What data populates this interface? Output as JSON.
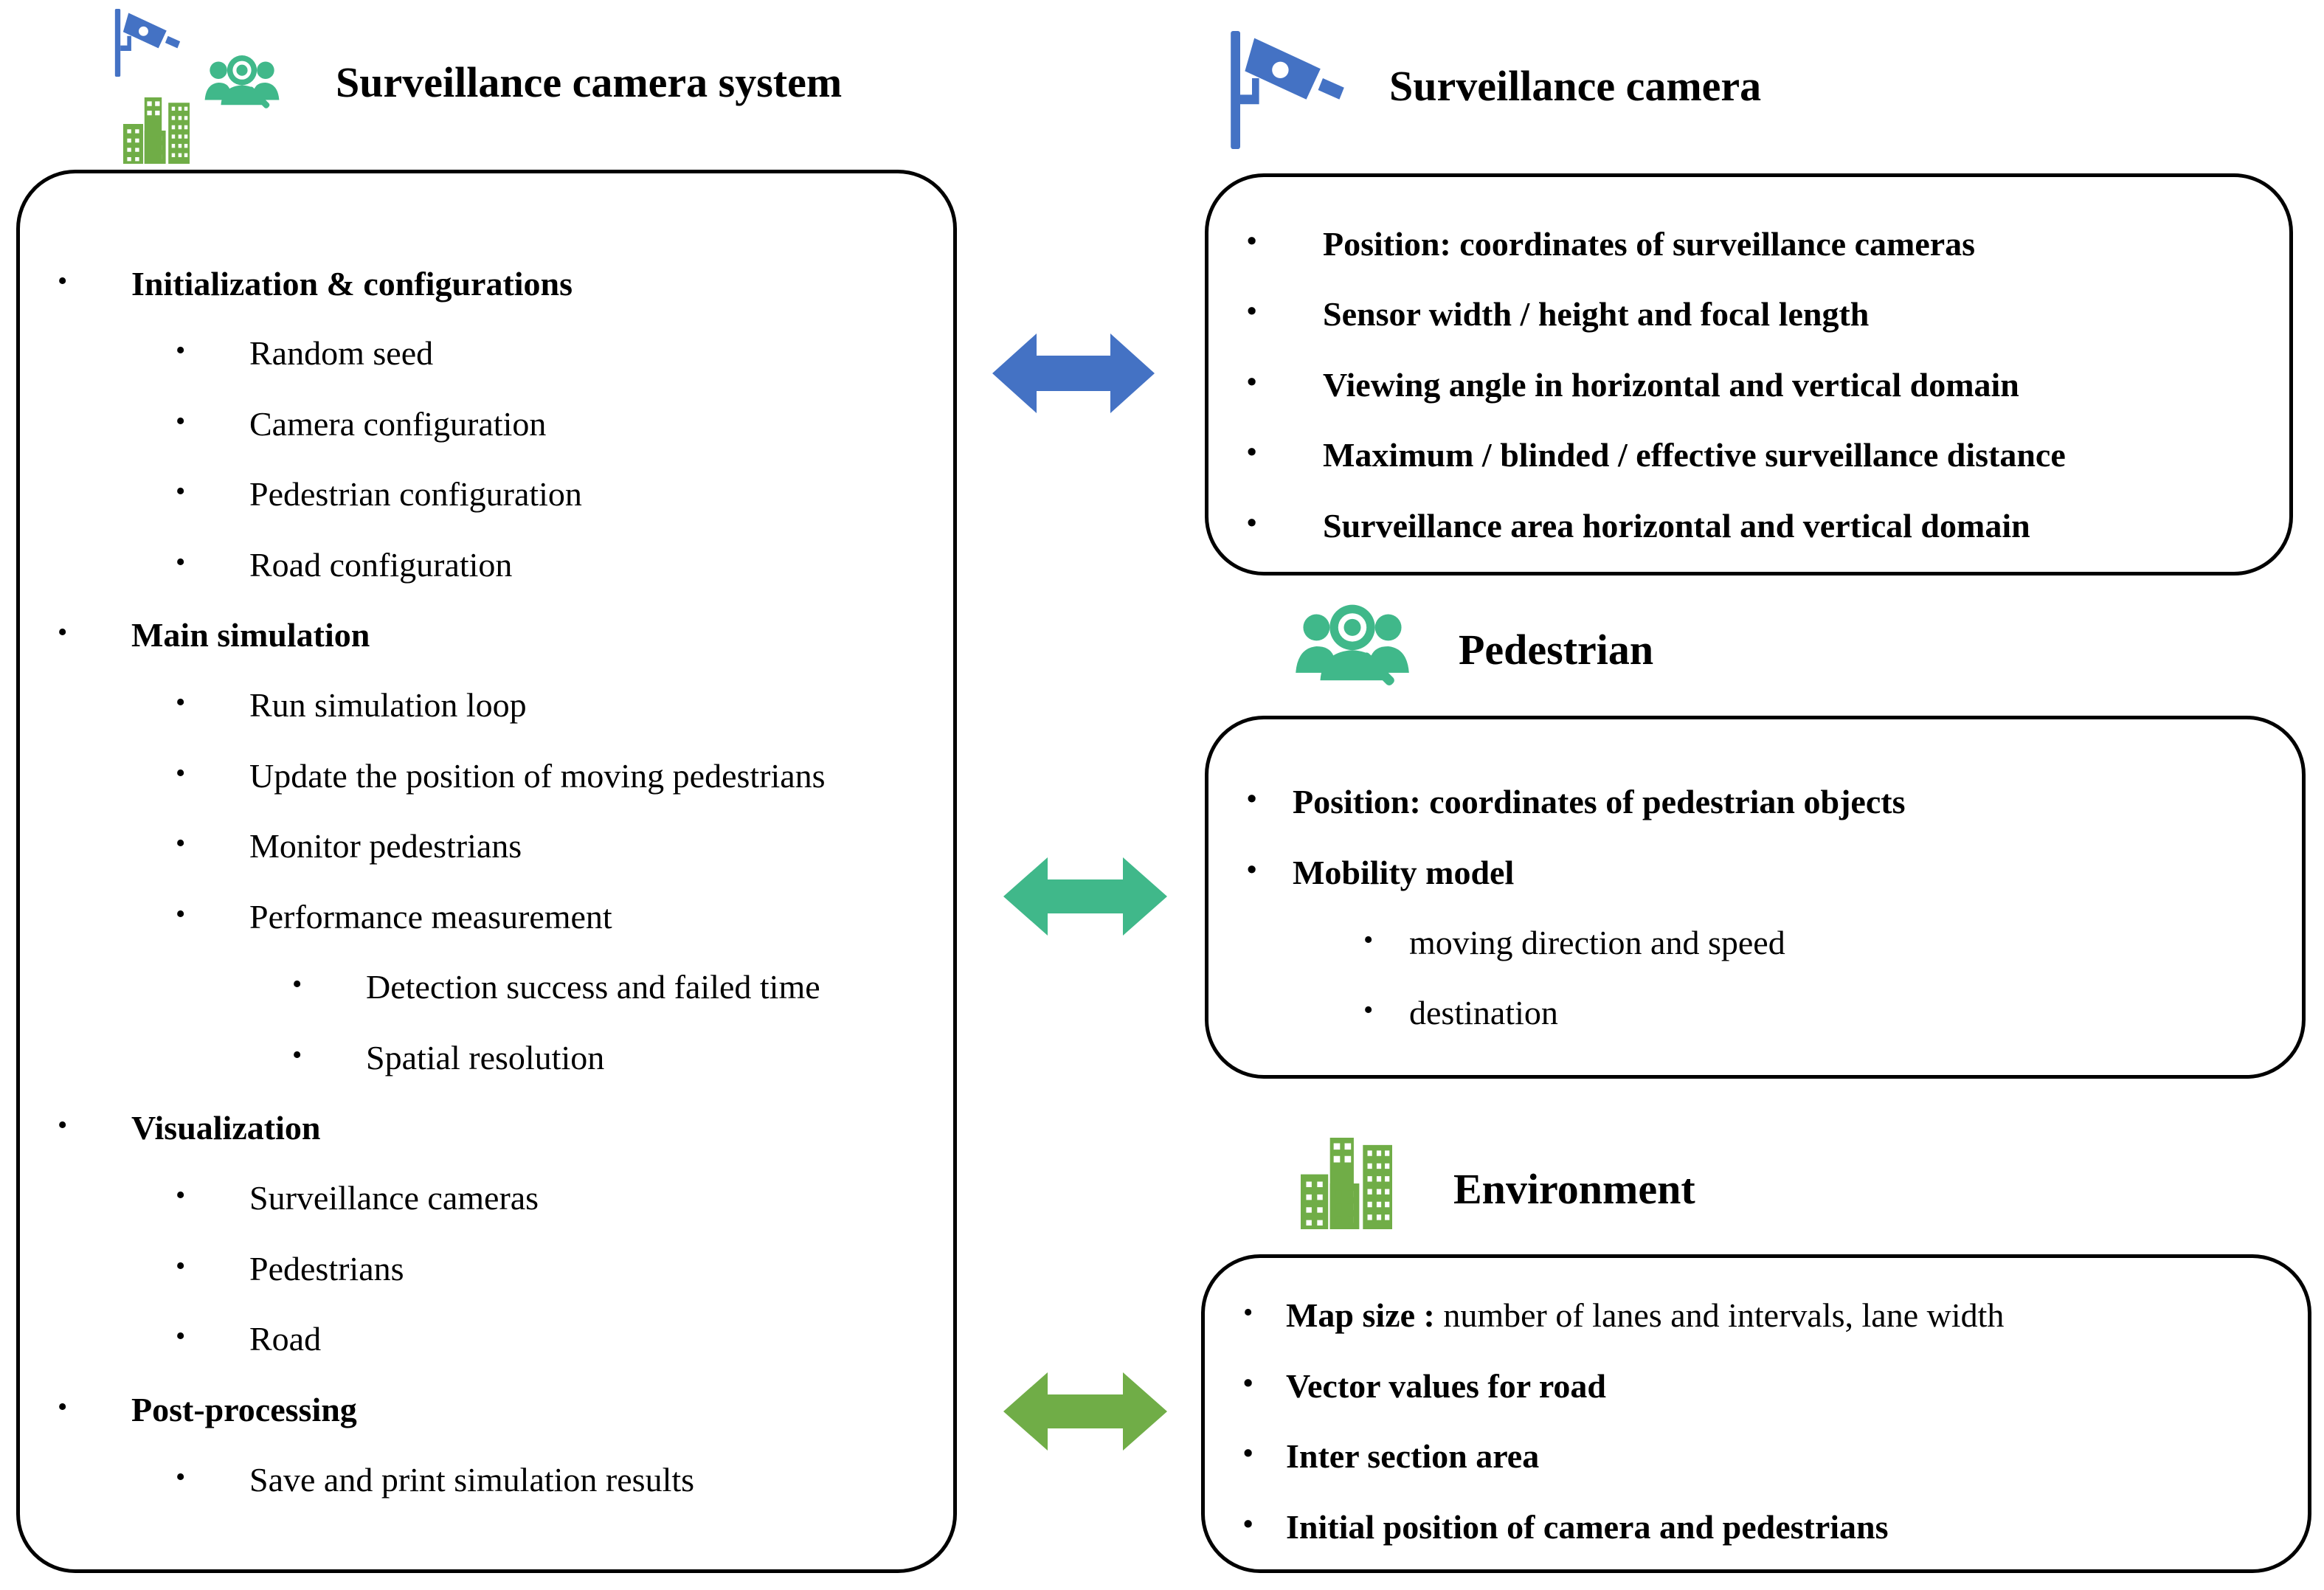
{
  "colors": {
    "camera_blue": "#4472C4",
    "pedestrian_teal": "#40B88A",
    "environment_green": "#70AD47",
    "border": "#000000"
  },
  "system": {
    "title": "Surveillance camera system",
    "icons": [
      "camera-icon",
      "pedestrian-icon",
      "buildings-icon"
    ],
    "sections": [
      {
        "label": "Initialization & configurations",
        "items": [
          "Random seed",
          "Camera configuration",
          "Pedestrian configuration",
          "Road configuration"
        ]
      },
      {
        "label": "Main simulation",
        "items": [
          "Run simulation loop",
          "Update the position of moving pedestrians",
          "Monitor pedestrians",
          "Performance measurement"
        ],
        "subitems": [
          "Detection success and failed time",
          "Spatial resolution"
        ]
      },
      {
        "label": "Visualization",
        "items": [
          "Surveillance cameras",
          "Pedestrians",
          "Road"
        ]
      },
      {
        "label": "Post-processing",
        "items": [
          "Save and print simulation results"
        ]
      }
    ]
  },
  "camera": {
    "title": "Surveillance camera",
    "icon": "camera-icon",
    "items": [
      "Position: coordinates of surveillance cameras",
      "Sensor width / height and focal length",
      "Viewing angle in horizontal and vertical domain",
      "Maximum / blinded / effective surveillance distance",
      "Surveillance area horizontal and vertical domain"
    ]
  },
  "pedestrian": {
    "title": "Pedestrian",
    "icon": "pedestrian-icon",
    "items": [
      "Position: coordinates of pedestrian objects",
      "Mobility model"
    ],
    "subitems": [
      "moving direction and speed",
      "destination"
    ]
  },
  "environment": {
    "title": "Environment",
    "icon": "buildings-icon",
    "items": [
      {
        "bold": "Map size :",
        "rest": " number of lanes and intervals, lane width"
      },
      {
        "bold": "Vector values for road",
        "rest": ""
      },
      {
        "bold": "Inter section area",
        "rest": ""
      },
      {
        "bold": "Initial position of camera and pedestrians",
        "rest": ""
      }
    ]
  },
  "bullet": "•"
}
